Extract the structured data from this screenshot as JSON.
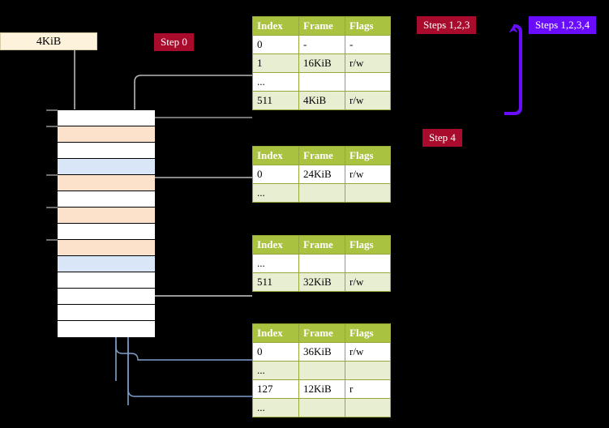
{
  "labels": {
    "step0": "Step 0",
    "steps123": "Steps 1,2,3",
    "steps1234": "Steps 1,2,3,4",
    "step4": "Step 4"
  },
  "banner": {
    "text": "4KiB"
  },
  "colors": {
    "crimson": "#a80b2c",
    "violet": "#6a0dff",
    "table_header": "#a9c23f",
    "table_border": "#97a63a",
    "table_shade": "#e8eed2",
    "highlight": "#fbf7a5",
    "banner_fill": "#fdf3dd",
    "grid_orange": "#fde2cb",
    "grid_blue": "#d8e6f7",
    "wire_gray": "#b8b8b8",
    "wire_blue": "#7f9fcc"
  },
  "tables": [
    {
      "name": "pml4-table",
      "headers": [
        "Index",
        "Frame",
        "Flags"
      ],
      "rows": [
        {
          "shade": "plain",
          "highlight": false,
          "cells": [
            "0",
            "-",
            "-"
          ]
        },
        {
          "shade": "shade",
          "highlight": false,
          "cells": [
            "1",
            "16KiB",
            "r/w"
          ]
        },
        {
          "shade": "plain",
          "highlight": false,
          "cells": [
            "...",
            "",
            ""
          ]
        },
        {
          "shade": "shade",
          "highlight": true,
          "cells": [
            "511",
            "4KiB",
            "r/w"
          ]
        }
      ]
    },
    {
      "name": "pdp-table",
      "headers": [
        "Index",
        "Frame",
        "Flags"
      ],
      "rows": [
        {
          "shade": "plain",
          "highlight": false,
          "cells": [
            "0",
            "24KiB",
            "r/w"
          ]
        },
        {
          "shade": "shade",
          "highlight": false,
          "cells": [
            "...",
            "",
            ""
          ]
        }
      ]
    },
    {
      "name": "pd-table",
      "headers": [
        "Index",
        "Frame",
        "Flags"
      ],
      "rows": [
        {
          "shade": "plain",
          "highlight": false,
          "cells": [
            "...",
            "",
            ""
          ]
        },
        {
          "shade": "shade",
          "highlight": false,
          "cells": [
            "511",
            "32KiB",
            "r/w"
          ]
        }
      ]
    },
    {
      "name": "pt-table",
      "headers": [
        "Index",
        "Frame",
        "Flags"
      ],
      "rows": [
        {
          "shade": "plain",
          "highlight": false,
          "cells": [
            "0",
            "36KiB",
            "r/w"
          ]
        },
        {
          "shade": "shade",
          "highlight": false,
          "cells": [
            "...",
            "",
            ""
          ]
        },
        {
          "shade": "plain",
          "highlight": false,
          "cells": [
            "127",
            "12KiB",
            "r"
          ]
        },
        {
          "shade": "shade",
          "highlight": false,
          "cells": [
            "...",
            "",
            ""
          ]
        }
      ]
    }
  ],
  "memory_grid": {
    "rows": [
      {
        "fill": "white",
        "tick": true
      },
      {
        "fill": "orange",
        "tick": true
      },
      {
        "fill": "white",
        "tick": false
      },
      {
        "fill": "blue",
        "tick": false
      },
      {
        "fill": "orange",
        "tick": true
      },
      {
        "fill": "white",
        "tick": false
      },
      {
        "fill": "orange",
        "tick": true
      },
      {
        "fill": "white",
        "tick": false
      },
      {
        "fill": "orange",
        "tick": true
      },
      {
        "fill": "blue",
        "tick": false
      },
      {
        "fill": "white",
        "tick": false
      },
      {
        "fill": "white",
        "tick": false
      },
      {
        "fill": "white",
        "tick": false
      },
      {
        "fill": "white",
        "tick": false
      }
    ]
  }
}
